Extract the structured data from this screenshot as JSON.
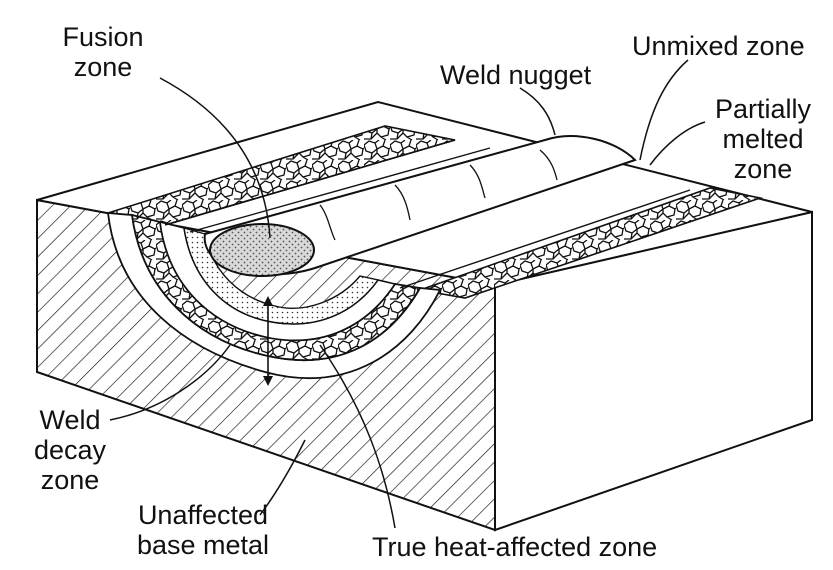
{
  "labels": {
    "fusion_zone": [
      "Fusion",
      "zone"
    ],
    "weld_nugget": "Weld nugget",
    "unmixed_zone": "Unmixed zone",
    "partially_melted_zone": [
      "Partially",
      "melted",
      "zone"
    ],
    "weld_decay_zone": [
      "Weld",
      "decay",
      "zone"
    ],
    "unaffected_base_metal": [
      "Unaffected",
      "base metal"
    ],
    "true_heat_affected_zone": "True heat-affected zone"
  },
  "colors": {
    "ink": "#111111",
    "paper": "#ffffff",
    "fusion_stipple": "#9a9a9a"
  }
}
